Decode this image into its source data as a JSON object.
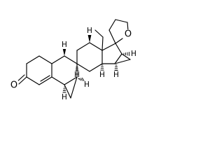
{
  "colors": {
    "background": "#ffffff",
    "ink": "#000000"
  },
  "molecule": {
    "atoms": {
      "oxygen_ketone": "O",
      "oxygen_ring": "O"
    },
    "stereo_hydrogens": {
      "h8": "H",
      "h9": "H",
      "h10": "H",
      "h14": "H",
      "h_c15": "H",
      "h_c16": "H",
      "h_c6": "H",
      "h_c7": "H"
    }
  }
}
